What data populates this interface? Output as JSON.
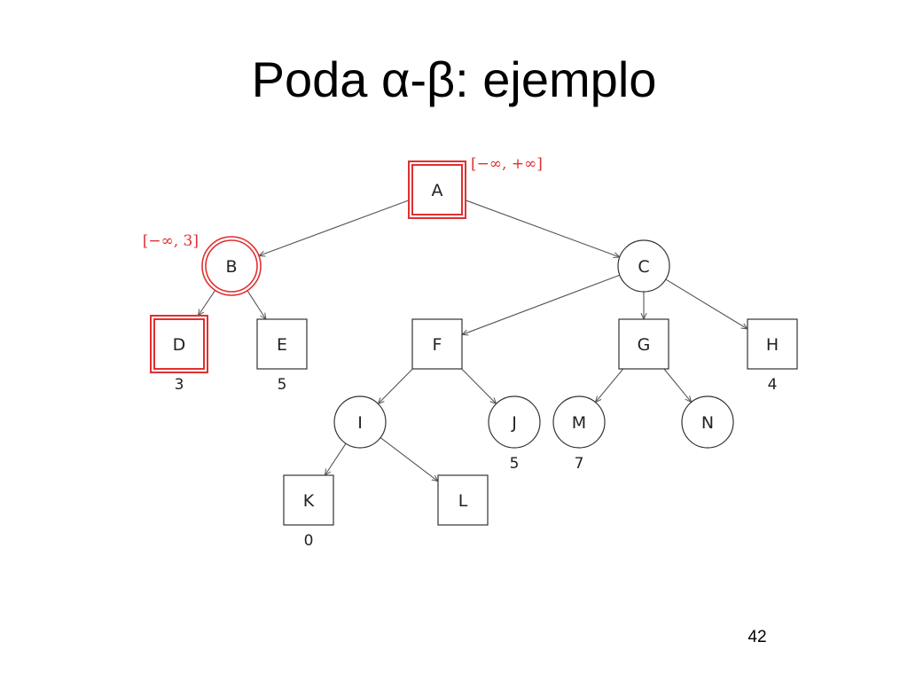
{
  "slide": {
    "title": "Poda α-β: ejemplo",
    "page_number": "42"
  },
  "colors": {
    "highlight": "#e03030",
    "node_stroke": "#333333",
    "edge": "#555555",
    "text": "#222222"
  },
  "tree": {
    "nodes": [
      {
        "id": "A",
        "label": "A",
        "shape": "square",
        "highlighted": true,
        "value": "",
        "bound": "[−∞, +∞]"
      },
      {
        "id": "B",
        "label": "B",
        "shape": "circle",
        "highlighted": true,
        "value": "",
        "bound": "[−∞, 3]"
      },
      {
        "id": "C",
        "label": "C",
        "shape": "circle",
        "highlighted": false,
        "value": "",
        "bound": ""
      },
      {
        "id": "D",
        "label": "D",
        "shape": "square",
        "highlighted": true,
        "value": "3",
        "bound": ""
      },
      {
        "id": "E",
        "label": "E",
        "shape": "square",
        "highlighted": false,
        "value": "5",
        "bound": ""
      },
      {
        "id": "F",
        "label": "F",
        "shape": "square",
        "highlighted": false,
        "value": "",
        "bound": ""
      },
      {
        "id": "G",
        "label": "G",
        "shape": "square",
        "highlighted": false,
        "value": "",
        "bound": ""
      },
      {
        "id": "H",
        "label": "H",
        "shape": "square",
        "highlighted": false,
        "value": "4",
        "bound": ""
      },
      {
        "id": "I",
        "label": "I",
        "shape": "circle",
        "highlighted": false,
        "value": "",
        "bound": ""
      },
      {
        "id": "J",
        "label": "J",
        "shape": "circle",
        "highlighted": false,
        "value": "5",
        "bound": ""
      },
      {
        "id": "M",
        "label": "M",
        "shape": "circle",
        "highlighted": false,
        "value": "7",
        "bound": ""
      },
      {
        "id": "N",
        "label": "N",
        "shape": "circle",
        "highlighted": false,
        "value": "",
        "bound": ""
      },
      {
        "id": "K",
        "label": "K",
        "shape": "square",
        "highlighted": false,
        "value": "0",
        "bound": ""
      },
      {
        "id": "L",
        "label": "L",
        "shape": "square",
        "highlighted": false,
        "value": "",
        "bound": ""
      }
    ],
    "edges": [
      {
        "from": "A",
        "to": "B"
      },
      {
        "from": "A",
        "to": "C"
      },
      {
        "from": "B",
        "to": "D"
      },
      {
        "from": "B",
        "to": "E"
      },
      {
        "from": "C",
        "to": "F"
      },
      {
        "from": "C",
        "to": "G"
      },
      {
        "from": "C",
        "to": "H"
      },
      {
        "from": "F",
        "to": "I"
      },
      {
        "from": "F",
        "to": "J"
      },
      {
        "from": "G",
        "to": "M"
      },
      {
        "from": "G",
        "to": "N"
      },
      {
        "from": "I",
        "to": "K"
      },
      {
        "from": "I",
        "to": "L"
      }
    ]
  }
}
